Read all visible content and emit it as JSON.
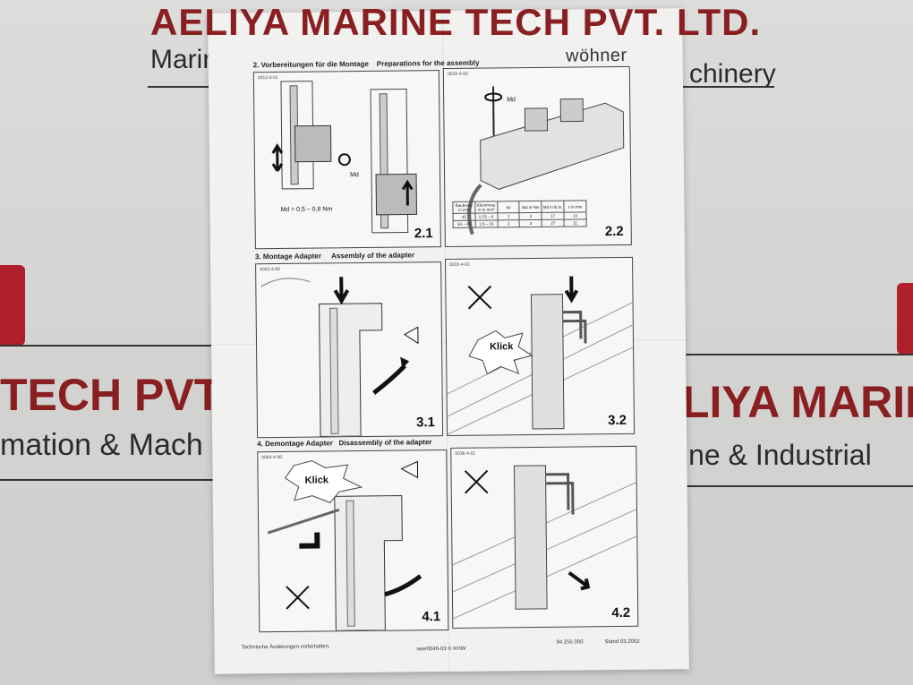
{
  "background": {
    "top_line1": "AELIYA MARINE TECH PVT. LTD.",
    "top_line2_left": "Marin",
    "top_line2_right": "chinery",
    "mid_left_red": "TECH PVT.",
    "mid_left_dark": "mation & Mach",
    "mid_right_red": "LIYA MARIN",
    "mid_right_dark": "ine & Industrial"
  },
  "sheet": {
    "brand": "wöhner",
    "sections": [
      {
        "title_de": "2. Vorbereitungen für die Montage",
        "title_en": "Preparations for the assembly"
      },
      {
        "title_de": "3. Montage Adapter",
        "title_en": "Assembly of the adapter"
      },
      {
        "title_de": "4. Demontage Adapter",
        "title_en": "Disassembly of the adapter"
      }
    ],
    "panels": [
      {
        "number": "2.1",
        "code": "0012-4-01",
        "torque": "Md = 0,5 – 0,8 Nm",
        "md": "Md"
      },
      {
        "number": "2.2",
        "code": "0029-4-00",
        "md": "Md"
      },
      {
        "number": "3.1",
        "code": "0043-4-00"
      },
      {
        "number": "3.2",
        "code": "0032-4-01",
        "klick": "Klick"
      },
      {
        "number": "4.1",
        "code": "0044-4-00",
        "klick": "Klick"
      },
      {
        "number": "4.2",
        "code": "0036-4-01"
      }
    ],
    "spec_table": {
      "headers": [
        "Baubreite in mm",
        "Klemmraum in mm²",
        "Nr",
        "Md in Nm",
        "Md in lb.in.",
        "x in mm"
      ],
      "rows": [
        [
          "45",
          "0,75 – 6",
          "1",
          "2",
          "17",
          "10"
        ],
        [
          "54 – 81",
          "1,5 – 16",
          "2",
          "3",
          "27",
          "11"
        ]
      ]
    },
    "footer": {
      "left": "Technische Änderungen vorbehalten.",
      "center": "woe0046-03 © KHW",
      "part_no": "94 255 000",
      "date": "Stand 03.2002"
    }
  }
}
